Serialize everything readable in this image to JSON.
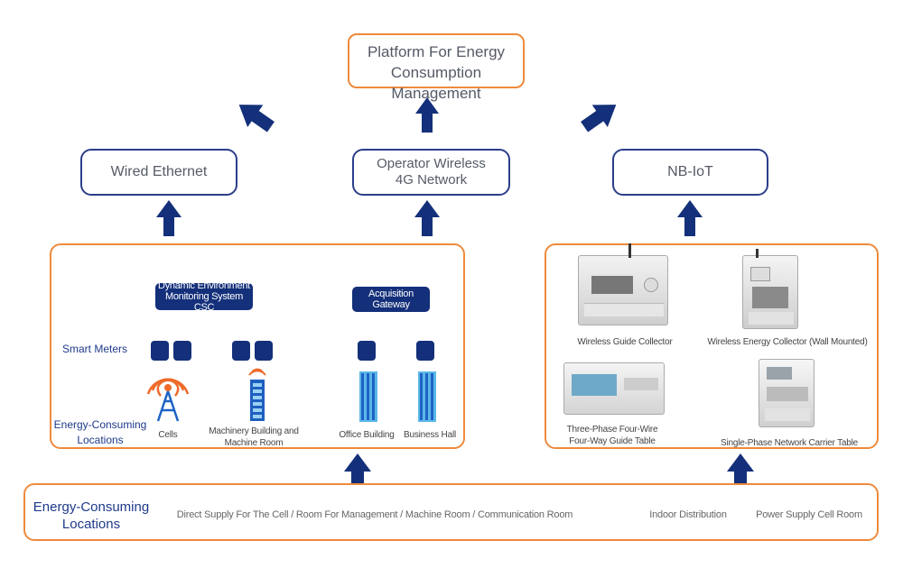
{
  "platform": {
    "line1": "Platform For Energy",
    "line2": "Consumption Management"
  },
  "networks": {
    "wired": "Wired Ethernet",
    "wireless_line1": "Operator Wireless",
    "wireless_line2": "4G Network",
    "nbiot": "NB-IoT"
  },
  "left_panel": {
    "dynamic_line1": "Dynamic Environment",
    "dynamic_line2": "Monitoring System CSC",
    "gateway": "Acquisition Gateway",
    "smart_meters": "Smart Meters",
    "locations_line1": "Energy-Consuming",
    "locations_line2": "Locations",
    "cells": "Cells",
    "machinery_line1": "Machinery Building and",
    "machinery_line2": "Machine Room",
    "office": "Office Building",
    "business": "Business Hall"
  },
  "right_panel": {
    "wireless_guide": "Wireless Guide Collector",
    "wireless_energy": "Wireless Energy Collector (Wall Mounted)",
    "three_phase_line1": "Three-Phase Four-Wire",
    "three_phase_line2": "Four-Way Guide Table",
    "single_phase": "Single-Phase Network Carrier Table"
  },
  "bottom": {
    "title_line1": "Energy-Consuming",
    "title_line2": "Locations",
    "direct_supply": "Direct Supply For The Cell / Room For Management / Machine Room / Communication Room",
    "indoor": "Indoor Distribution",
    "power_supply": "Power Supply Cell Room"
  },
  "colors": {
    "navy": "#14307a",
    "orange": "#ee8a3c",
    "box_border": "#2b3e8a"
  }
}
